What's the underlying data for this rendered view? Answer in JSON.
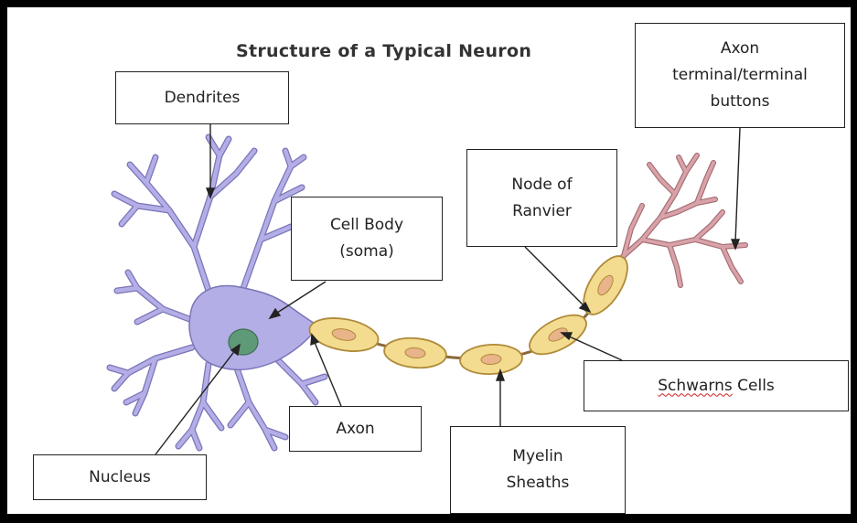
{
  "title": "Structure of a Typical Neuron",
  "labels": {
    "dendrites": "Dendrites",
    "cell_body_line1": "Cell Body",
    "cell_body_line2": "(soma)",
    "nucleus": "Nucleus",
    "axon": "Axon",
    "node_line1": "Node of",
    "node_line2": "Ranvier",
    "axon_terminal_line1": "Axon",
    "axon_terminal_line2": "terminal/terminal",
    "axon_terminal_line3": "buttons",
    "myelin_line1": "Myelin",
    "myelin_line2": "Sheaths",
    "schwann_word1": "Schwarns",
    "schwann_word2": "Cells"
  },
  "colors": {
    "cell_body": "#b3aee6",
    "cell_body_outline": "#7a74b8",
    "nucleus": "#5e9a78",
    "myelin": "#f3dc8f",
    "myelin_outline": "#b08a3a",
    "myelin_core": "#e9b48a",
    "axon_terminal": "#d9a2a8",
    "axon_terminal_outline": "#a06a70",
    "label_border": "#222222",
    "spellcheck_underline": "#d02020"
  }
}
